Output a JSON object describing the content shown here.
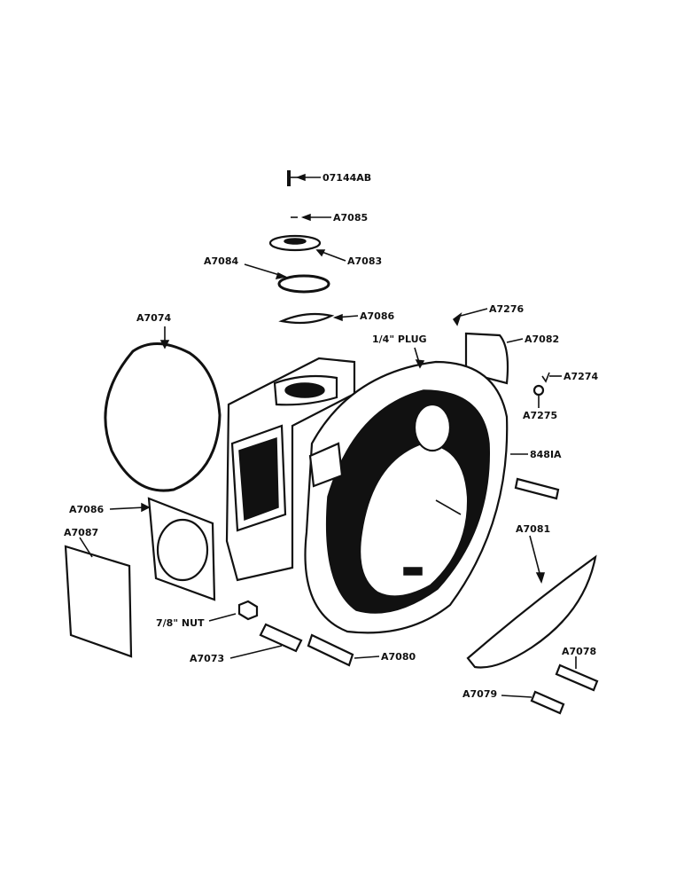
{
  "labels": {
    "l_07144ab": "07144AB",
    "l_a7085": "A7085",
    "l_a7083": "A7083",
    "l_a7084": "A7084",
    "l_a7086_top": "A7086",
    "l_a7276": "A7276",
    "l_plug": "1/4\" PLUG",
    "l_a7082": "A7082",
    "l_a7074": "A7074",
    "l_a7274": "A7274",
    "l_a7275": "A7275",
    "l_848ia": "848IA",
    "l_a7086_side": "A7086",
    "l_a7087": "A7087",
    "l_a7081": "A7081",
    "l_nut": "7/8\" NUT",
    "l_a7073": "A7073",
    "l_a7080": "A7080",
    "l_a7078": "A7078",
    "l_a7079": "A7079"
  },
  "colors": {
    "ink": "#111111",
    "paper": "#ffffff"
  }
}
